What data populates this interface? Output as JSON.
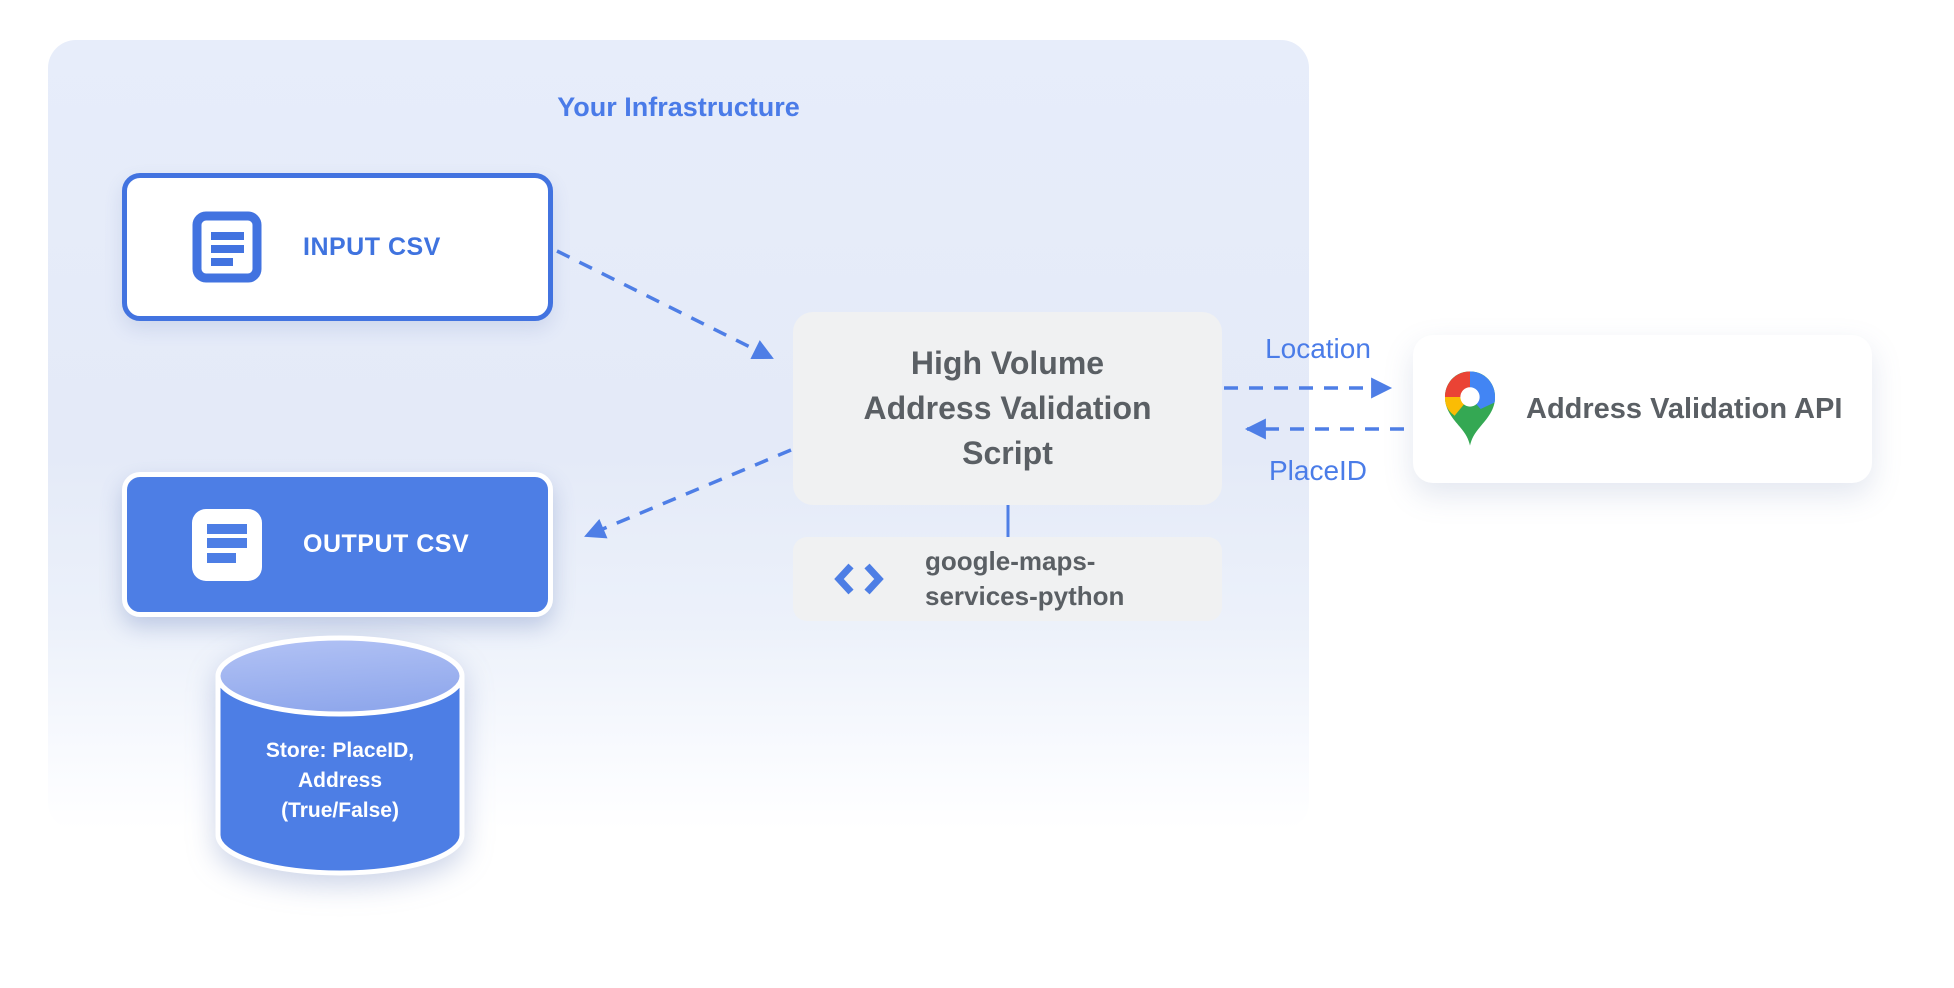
{
  "infrastructure": {
    "title": "Your Infrastructure"
  },
  "nodes": {
    "input_csv": {
      "label": "INPUT CSV",
      "icon": "document-icon"
    },
    "output_csv": {
      "label": "OUTPUT CSV",
      "icon": "document-icon"
    },
    "datastore": {
      "label": "Store: PlaceID,\nAddress\n(True/False)",
      "icon": "database-cylinder"
    },
    "script": {
      "label": "High Volume\nAddress Validation\nScript"
    },
    "library": {
      "label": "google-maps-\nservices-python",
      "icon": "code-icon"
    },
    "api": {
      "label": "Address Validation API",
      "icon": "google-maps-pin-icon"
    }
  },
  "edge_labels": {
    "request": "Location",
    "response": "PlaceID"
  },
  "colors": {
    "accent_blue": "#4273E0",
    "fill_blue": "#4D7EE5",
    "arrow_blue": "#4E7EE6",
    "label_blue": "#4A7CE8",
    "title_blue": "#4A7BE8",
    "text_gray": "#5A5F64",
    "node_gray": "#F0F1F2",
    "container_tint": "#E5EBF9",
    "cylinder_top": "#9FB3F0",
    "pin_red": "#EA4335",
    "pin_blue": "#4285F4",
    "pin_yellow": "#FBBC04",
    "pin_green": "#34A853"
  }
}
